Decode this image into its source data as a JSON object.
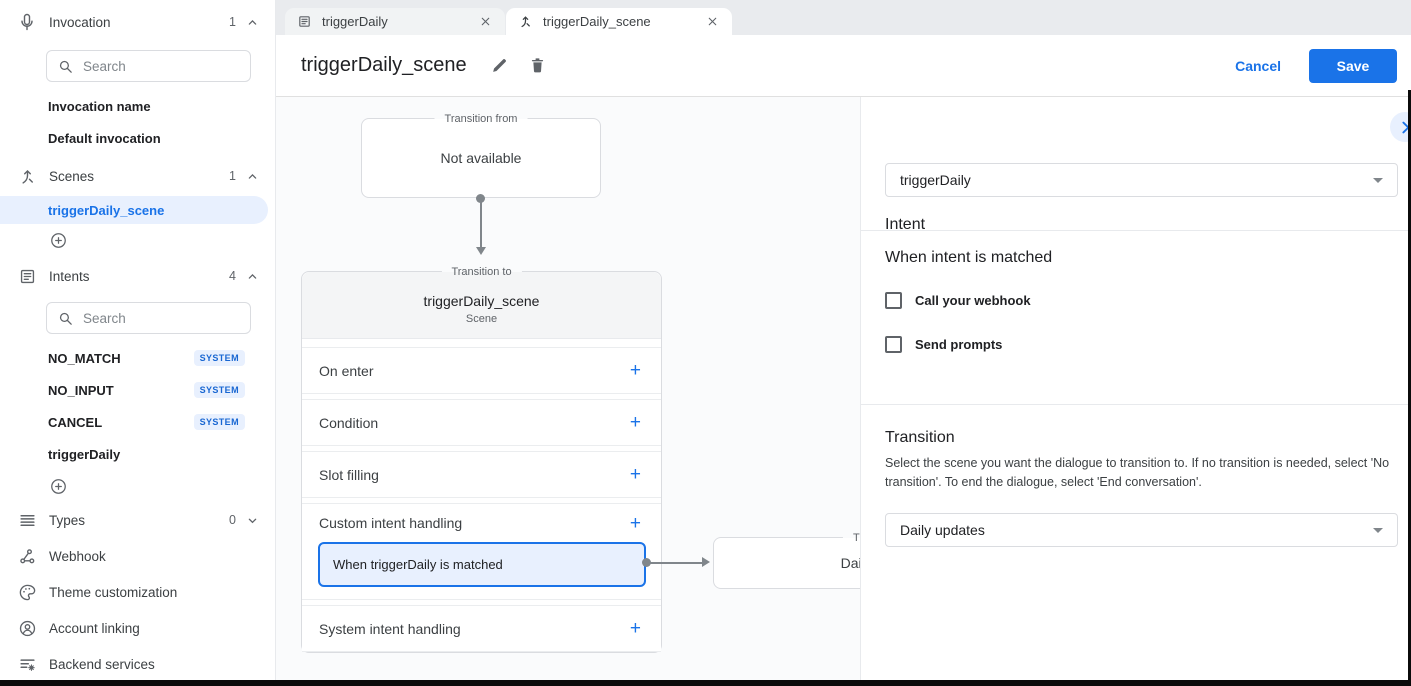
{
  "colors": {
    "accent": "#1a73e8",
    "selected_bg": "#e8f0fe",
    "badge_text": "#1967d2",
    "canvas_bg": "#fafbfc"
  },
  "tabs": [
    {
      "label": "triggerDaily",
      "icon": "intent-icon",
      "active": false
    },
    {
      "label": "triggerDaily_scene",
      "icon": "scene-icon",
      "active": true
    }
  ],
  "header": {
    "title": "triggerDaily_scene",
    "cancel_label": "Cancel",
    "save_label": "Save"
  },
  "sidebar": {
    "invocation": {
      "label": "Invocation",
      "count": "1",
      "search_placeholder": "Search",
      "item1": "Invocation name",
      "item2": "Default invocation"
    },
    "scenes": {
      "label": "Scenes",
      "count": "1",
      "selected": "triggerDaily_scene"
    },
    "intents": {
      "label": "Intents",
      "count": "4",
      "search_placeholder": "Search",
      "items": [
        {
          "label": "NO_MATCH",
          "badge": "SYSTEM"
        },
        {
          "label": "NO_INPUT",
          "badge": "SYSTEM"
        },
        {
          "label": "CANCEL",
          "badge": "SYSTEM"
        },
        {
          "label": "triggerDaily"
        }
      ]
    },
    "types": {
      "label": "Types",
      "count": "0"
    },
    "links": [
      {
        "label": "Webhook"
      },
      {
        "label": "Theme customization"
      },
      {
        "label": "Account linking"
      },
      {
        "label": "Backend services"
      }
    ]
  },
  "canvas": {
    "from_box": {
      "legend": "Transition from",
      "content": "Not available"
    },
    "scene_box": {
      "legend": "Transition to",
      "title": "triggerDaily_scene",
      "subtitle": "Scene",
      "add_label": "+",
      "rows": [
        {
          "label": "On enter"
        },
        {
          "label": "Condition"
        },
        {
          "label": "Slot filling"
        },
        {
          "label": "Custom intent handling"
        },
        {
          "label": "System intent handling"
        }
      ],
      "matched_item": "When triggerDaily is matched"
    },
    "target_box": {
      "legend": "Transition to",
      "title": "Daily updates"
    }
  },
  "panel": {
    "intent": {
      "heading": "Intent",
      "value": "triggerDaily"
    },
    "matched": {
      "heading": "When intent is matched",
      "checkbox1": "Call your webhook",
      "checkbox2": "Send prompts"
    },
    "transition": {
      "heading": "Transition",
      "description": "Select the scene you want the dialogue to transition to. If no transition is needed, select 'No transition'. To end the dialogue, select 'End conversation'.",
      "value": "Daily updates"
    }
  }
}
